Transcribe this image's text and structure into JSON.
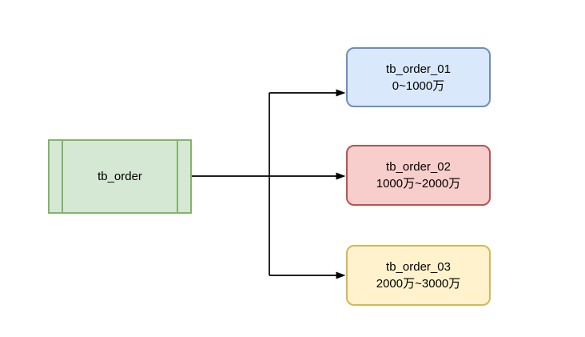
{
  "diagram": {
    "background": "#ffffff",
    "connector_color": "#000000",
    "source": {
      "label": "tb_order",
      "fill": "#d5e8d4",
      "stroke": "#82b366"
    },
    "shards": [
      {
        "label": "tb_order_01",
        "range": "0~1000万",
        "fill": "#dae8fc",
        "stroke": "#6c8ebf"
      },
      {
        "label": "tb_order_02",
        "range": "1000万~2000万",
        "fill": "#f8cecc",
        "stroke": "#b85450"
      },
      {
        "label": "tb_order_03",
        "range": "2000万~3000万",
        "fill": "#fff2cc",
        "stroke": "#d6b656"
      }
    ]
  }
}
